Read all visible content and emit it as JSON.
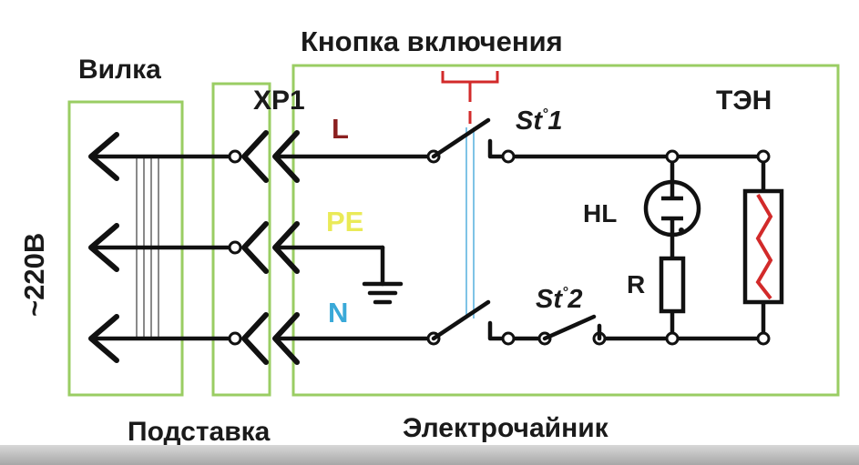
{
  "labels": {
    "plug": "Вилка",
    "button": "Кнопка включения",
    "connector": "XP1",
    "stand": "Подставка",
    "kettle": "Электрочайник",
    "voltage": "~220В",
    "line": "L",
    "earth": "PE",
    "neutral": "N",
    "st1_base": "St",
    "st1_deg": "°",
    "st1_num": "1",
    "st2_base": "St",
    "st2_deg": "°",
    "st2_num": "2",
    "heater": "ТЭН",
    "lamp": "HL",
    "resistor": "R"
  },
  "colors": {
    "frame": "#9acd63",
    "wire": "#111111",
    "line_label": "#8b2020",
    "earth_label": "#eaea58",
    "neutral_label": "#3aa9d8",
    "heater_zigzag": "#d22a2a",
    "thermostat_t": "#d22a2a",
    "button_symbol": "#d22a2a",
    "mech_link": "#7fc3e6"
  }
}
